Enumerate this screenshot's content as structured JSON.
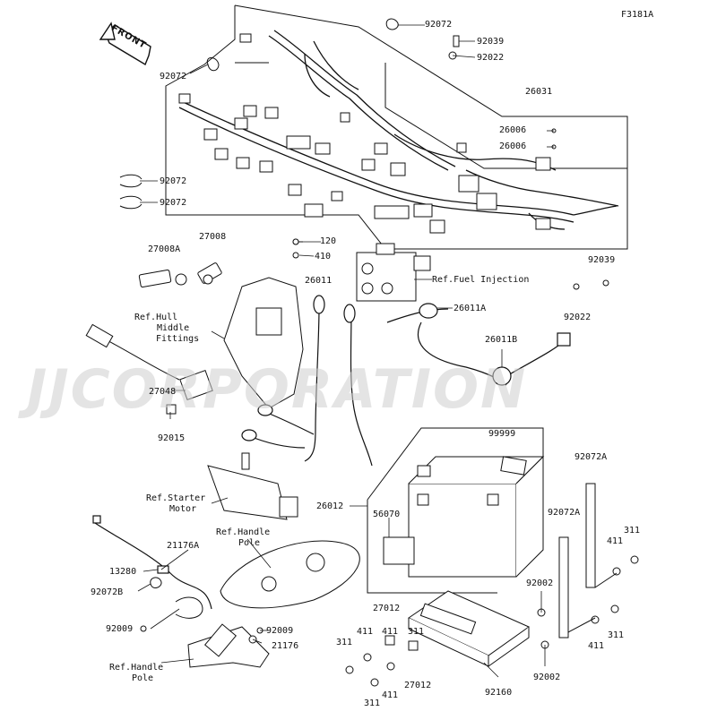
{
  "figure_code": "F3181A",
  "front_label": "FRONT",
  "watermark": "JJCORPORATION",
  "parts": [
    {
      "id": "p-92072-a",
      "text": "92072"
    },
    {
      "id": "p-92039-a",
      "text": "92039"
    },
    {
      "id": "p-92022-a",
      "text": "92022"
    },
    {
      "id": "p-92072-b",
      "text": "92072"
    },
    {
      "id": "p-26031",
      "text": "26031"
    },
    {
      "id": "p-26006-a",
      "text": "26006"
    },
    {
      "id": "p-26006-b",
      "text": "26006"
    },
    {
      "id": "p-92072-c",
      "text": "92072"
    },
    {
      "id": "p-92072-d",
      "text": "92072"
    },
    {
      "id": "p-27008a",
      "text": "27008A"
    },
    {
      "id": "p-27008",
      "text": "27008"
    },
    {
      "id": "p-120",
      "text": "120"
    },
    {
      "id": "p-410",
      "text": "410"
    },
    {
      "id": "p-92039-b",
      "text": "92039"
    },
    {
      "id": "p-26011",
      "text": "26011"
    },
    {
      "id": "p-ref-fuel",
      "text": "Ref.Fuel Injection"
    },
    {
      "id": "p-92022-b",
      "text": "92022"
    },
    {
      "id": "p-26011a",
      "text": "26011A"
    },
    {
      "id": "p-ref-hull-1",
      "text": "Ref.Hull"
    },
    {
      "id": "p-ref-hull-2",
      "text": "Middle"
    },
    {
      "id": "p-ref-hull-3",
      "text": "Fittings"
    },
    {
      "id": "p-26011b",
      "text": "26011B"
    },
    {
      "id": "p-27048",
      "text": "27048"
    },
    {
      "id": "p-92015",
      "text": "92015"
    },
    {
      "id": "p-99999",
      "text": "99999"
    },
    {
      "id": "p-92072a-a",
      "text": "92072A"
    },
    {
      "id": "p-ref-starter-1",
      "text": "Ref.Starter"
    },
    {
      "id": "p-ref-starter-2",
      "text": "Motor"
    },
    {
      "id": "p-26012",
      "text": "26012"
    },
    {
      "id": "p-56070",
      "text": "56070"
    },
    {
      "id": "p-92072a-b",
      "text": "92072A"
    },
    {
      "id": "p-311-a",
      "text": "311"
    },
    {
      "id": "p-411-a",
      "text": "411"
    },
    {
      "id": "p-21176a",
      "text": "21176A"
    },
    {
      "id": "p-ref-handle-1",
      "text": "Ref.Handle"
    },
    {
      "id": "p-ref-handle-2",
      "text": "Pole"
    },
    {
      "id": "p-13280",
      "text": "13280"
    },
    {
      "id": "p-92072b",
      "text": "92072B"
    },
    {
      "id": "p-92002-a",
      "text": "92002"
    },
    {
      "id": "p-92009-a",
      "text": "92009"
    },
    {
      "id": "p-92009-b",
      "text": "92009"
    },
    {
      "id": "p-21176",
      "text": "21176"
    },
    {
      "id": "p-27012-a",
      "text": "27012"
    },
    {
      "id": "p-411-b",
      "text": "411"
    },
    {
      "id": "p-311-b",
      "text": "311"
    },
    {
      "id": "p-411-c",
      "text": "411"
    },
    {
      "id": "p-311-c",
      "text": "311"
    },
    {
      "id": "p-ref-handle-pole-1",
      "text": "Ref.Handle"
    },
    {
      "id": "p-ref-handle-pole-2",
      "text": "Pole"
    },
    {
      "id": "p-311-d",
      "text": "311"
    },
    {
      "id": "p-411-d",
      "text": "411"
    },
    {
      "id": "p-27012-b",
      "text": "27012"
    },
    {
      "id": "p-92160",
      "text": "92160"
    },
    {
      "id": "p-411-e",
      "text": "411"
    },
    {
      "id": "p-311-e",
      "text": "311"
    },
    {
      "id": "p-92002-b",
      "text": "92002"
    }
  ]
}
